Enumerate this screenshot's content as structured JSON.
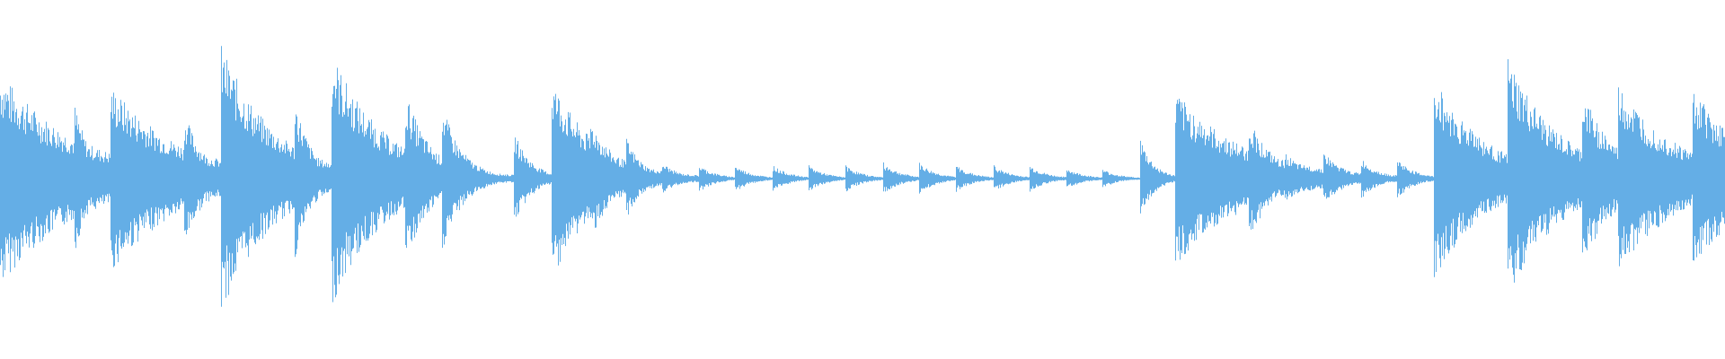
{
  "waveform": {
    "color": "#64aee6",
    "background": "#ffffff",
    "hits": [
      {
        "t": 0.0,
        "amp": 0.8,
        "decay": 0.045,
        "kind": "tone",
        "sustain": 0.18
      },
      {
        "t": 0.043,
        "amp": 0.55,
        "decay": 0.01,
        "kind": "click"
      },
      {
        "t": 0.064,
        "amp": 0.7,
        "decay": 0.04,
        "kind": "tone",
        "sustain": 0.22
      },
      {
        "t": 0.107,
        "amp": 0.5,
        "decay": 0.012,
        "kind": "click"
      },
      {
        "t": 0.128,
        "amp": 1.0,
        "decay": 0.03,
        "kind": "tone",
        "sustain": 0.1
      },
      {
        "t": 0.15,
        "amp": 0.45,
        "decay": 0.012,
        "kind": "click"
      },
      {
        "t": 0.171,
        "amp": 0.6,
        "decay": 0.01,
        "kind": "click"
      },
      {
        "t": 0.192,
        "amp": 0.95,
        "decay": 0.03,
        "kind": "tone",
        "sustain": 0.12
      },
      {
        "t": 0.235,
        "amp": 0.65,
        "decay": 0.015,
        "kind": "click"
      },
      {
        "t": 0.256,
        "amp": 0.55,
        "decay": 0.012,
        "kind": "click"
      },
      {
        "t": 0.298,
        "amp": 0.35,
        "decay": 0.01,
        "kind": "click"
      },
      {
        "t": 0.32,
        "amp": 0.75,
        "decay": 0.025,
        "kind": "tone",
        "sustain": 0.1
      },
      {
        "t": 0.342,
        "amp": 0.45,
        "decay": 0.015,
        "kind": "click"
      },
      {
        "t": 0.363,
        "amp": 0.3,
        "decay": 0.01,
        "kind": "click"
      },
      {
        "t": 0.384,
        "amp": 0.12,
        "decay": 0.01,
        "kind": "click"
      },
      {
        "t": 0.405,
        "amp": 0.1,
        "decay": 0.01,
        "kind": "click"
      },
      {
        "t": 0.426,
        "amp": 0.1,
        "decay": 0.01,
        "kind": "click"
      },
      {
        "t": 0.448,
        "amp": 0.1,
        "decay": 0.01,
        "kind": "click"
      },
      {
        "t": 0.469,
        "amp": 0.1,
        "decay": 0.01,
        "kind": "click"
      },
      {
        "t": 0.49,
        "amp": 0.1,
        "decay": 0.01,
        "kind": "click"
      },
      {
        "t": 0.512,
        "amp": 0.12,
        "decay": 0.01,
        "kind": "click"
      },
      {
        "t": 0.533,
        "amp": 0.12,
        "decay": 0.01,
        "kind": "click"
      },
      {
        "t": 0.554,
        "amp": 0.1,
        "decay": 0.01,
        "kind": "click"
      },
      {
        "t": 0.576,
        "amp": 0.1,
        "decay": 0.01,
        "kind": "click"
      },
      {
        "t": 0.597,
        "amp": 0.1,
        "decay": 0.01,
        "kind": "click"
      },
      {
        "t": 0.618,
        "amp": 0.08,
        "decay": 0.01,
        "kind": "click"
      },
      {
        "t": 0.639,
        "amp": 0.07,
        "decay": 0.01,
        "kind": "click"
      },
      {
        "t": 0.661,
        "amp": 0.3,
        "decay": 0.008,
        "kind": "click"
      },
      {
        "t": 0.681,
        "amp": 0.65,
        "decay": 0.04,
        "kind": "tone",
        "sustain": 0.2
      },
      {
        "t": 0.724,
        "amp": 0.45,
        "decay": 0.015,
        "kind": "click"
      },
      {
        "t": 0.745,
        "amp": 0.2,
        "decay": 0.012,
        "kind": "click"
      },
      {
        "t": 0.767,
        "amp": 0.2,
        "decay": 0.012,
        "kind": "click"
      },
      {
        "t": 0.789,
        "amp": 0.15,
        "decay": 0.01,
        "kind": "click"
      },
      {
        "t": 0.81,
        "amp": 0.15,
        "decay": 0.01,
        "kind": "click"
      },
      {
        "t": 0.831,
        "amp": 0.75,
        "decay": 0.03,
        "kind": "tone",
        "sustain": 0.1
      },
      {
        "t": 0.852,
        "amp": 0.45,
        "decay": 0.015,
        "kind": "click"
      },
      {
        "t": 0.874,
        "amp": 0.9,
        "decay": 0.03,
        "kind": "tone",
        "sustain": 0.12
      },
      {
        "t": 0.895,
        "amp": 0.35,
        "decay": 0.012,
        "kind": "click"
      },
      {
        "t": 0.917,
        "amp": 0.65,
        "decay": 0.02,
        "kind": "click"
      },
      {
        "t": 0.938,
        "amp": 0.7,
        "decay": 0.035,
        "kind": "tone",
        "sustain": 0.2
      },
      {
        "t": 0.981,
        "amp": 0.7,
        "decay": 0.03,
        "kind": "tone",
        "sustain": 0.12
      }
    ]
  }
}
